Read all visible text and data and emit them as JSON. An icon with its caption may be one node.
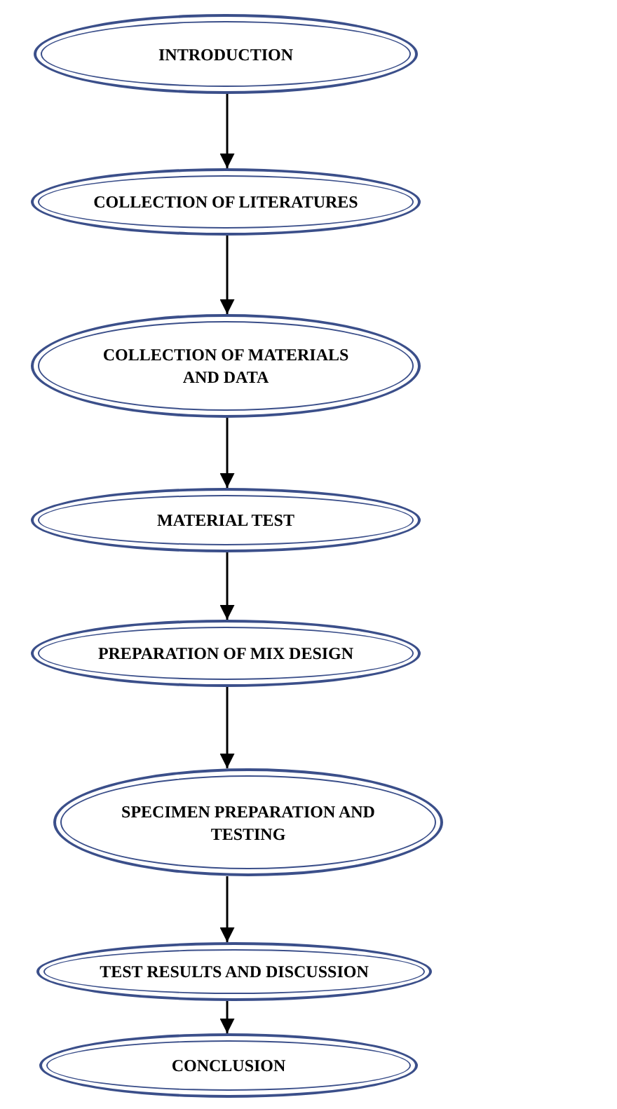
{
  "diagram": {
    "nodes": [
      {
        "text": [
          "INTRODUCTION"
        ]
      },
      {
        "text": [
          "COLLECTION OF LITERATURES"
        ]
      },
      {
        "text": [
          "COLLECTION OF MATERIALS AND DATA"
        ]
      },
      {
        "text": [
          "MATERIAL TEST"
        ]
      },
      {
        "text": [
          "PREPARATION OF MIX DESIGN"
        ]
      },
      {
        "text": [
          "SPECIMEN PREPARATION AND TESTING"
        ]
      },
      {
        "text": [
          "TEST RESULTS AND DISCUSSION"
        ]
      },
      {
        "text": [
          "CONCLUSION"
        ]
      }
    ],
    "edges": [
      {
        "from": 0,
        "to": 1,
        "arrow": "to"
      },
      {
        "from": 1,
        "to": 2,
        "arrow": "to"
      },
      {
        "from": 2,
        "to": 3,
        "arrow": "to"
      },
      {
        "from": 3,
        "to": 4,
        "arrow": "to"
      },
      {
        "from": 4,
        "to": 5,
        "arrow": "to"
      },
      {
        "from": 5,
        "to": 6,
        "arrow": "to"
      },
      {
        "from": 6,
        "to": 7,
        "arrow": "to"
      }
    ]
  }
}
